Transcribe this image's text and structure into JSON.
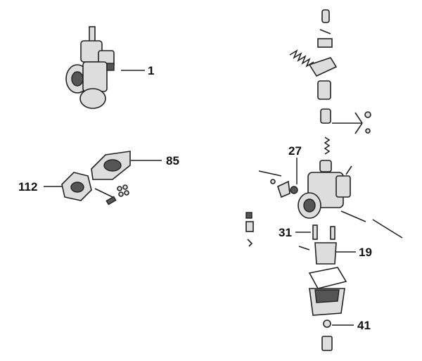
{
  "diagram": {
    "type": "exploded-parts-diagram",
    "labels": [
      {
        "id": "carburetor-assembly",
        "text": "1"
      },
      {
        "id": "intake-flange",
        "text": "85"
      },
      {
        "id": "gasket",
        "text": "112"
      },
      {
        "id": "banjo-seal",
        "text": "27"
      },
      {
        "id": "jet",
        "text": "31"
      },
      {
        "id": "float",
        "text": "19"
      },
      {
        "id": "float-bowl-screw",
        "text": "41"
      }
    ]
  }
}
